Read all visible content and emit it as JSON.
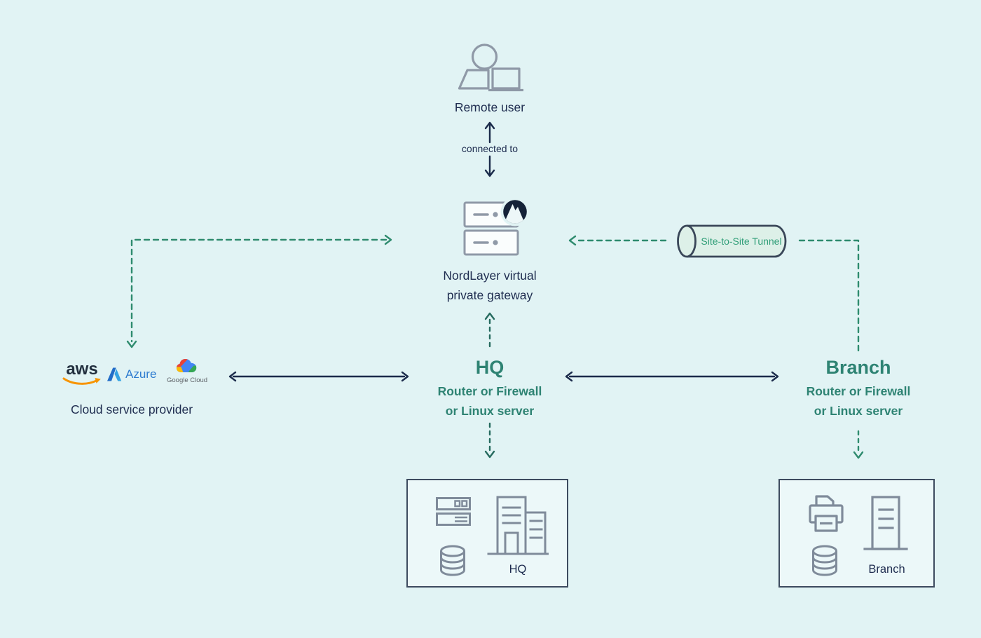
{
  "diagram": {
    "remote_user_label": "Remote user",
    "connected_to_label": "connected to",
    "gateway": {
      "label_line1": "NordLayer virtual",
      "label_line2": "private gateway"
    },
    "tunnel_label": "Site-to-Site Tunnel",
    "cloud": {
      "aws_label": "aws",
      "azure_label": "Azure",
      "google_label": "Google Cloud",
      "caption": "Cloud service provider"
    },
    "hq": {
      "title": "HQ",
      "subtitle_line1": "Router or Firewall",
      "subtitle_line2": "or Linux server"
    },
    "branch": {
      "title": "Branch",
      "subtitle_line1": "Router or Firewall",
      "subtitle_line2": "or Linux server"
    },
    "hq_box_label": "HQ",
    "branch_box_label": "Branch"
  },
  "colors": {
    "background": "#e1f3f4",
    "navy_text": "#1e2c4f",
    "navy_arrow": "#1b2b4b",
    "teal_text": "#2e8373",
    "green_dash": "#2e8b6e",
    "dark_teal_dash": "#266b5f",
    "icon_gray": "#8f99a7",
    "box_border": "#3d4b5f",
    "box_fill": "#ecf8f9",
    "tunnel_fill": "#ddf0e8",
    "tunnel_border": "#3a4759",
    "tunnel_text": "#2f9e77",
    "nord_logo": "#152238",
    "aws_orange": "#f79400",
    "azure_blue": "#2e7cd0",
    "google_red": "#ea4335",
    "google_blue": "#4285f4",
    "google_yellow": "#fbbc05",
    "google_green": "#34a853"
  }
}
